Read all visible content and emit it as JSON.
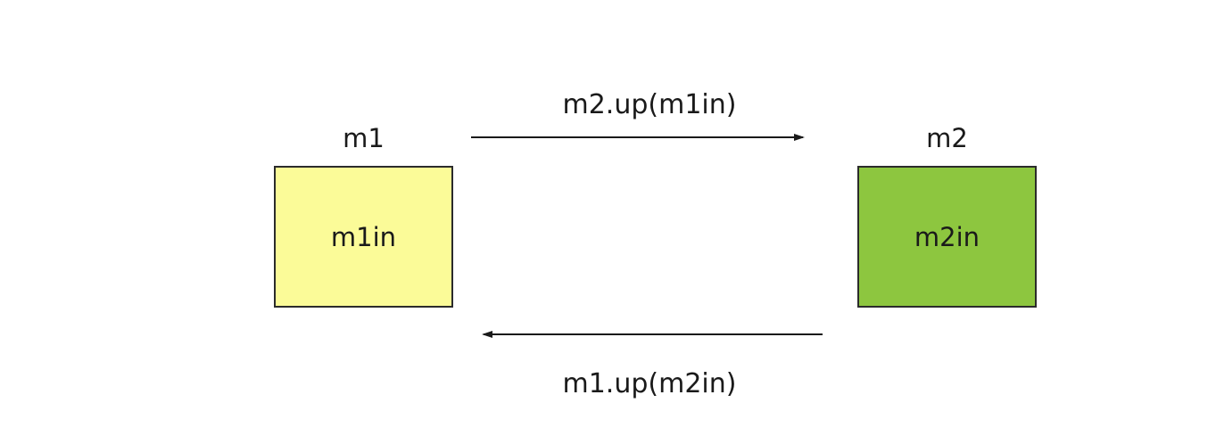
{
  "diagram": {
    "background_color": "#ffffff",
    "text_color": "#1a1a1a",
    "nodes": [
      {
        "id": "m1",
        "title": "m1",
        "label": "m1in",
        "fill": "#fbfb98",
        "border": "#2b2b2b"
      },
      {
        "id": "m2",
        "title": "m2",
        "label": "m2in",
        "fill": "#8dc63f",
        "border": "#2b2b2b"
      }
    ],
    "edges": [
      {
        "label": "m2.up(m1in)",
        "from": "m1",
        "to": "m2",
        "direction": "right",
        "color": "#1a1a1a"
      },
      {
        "label": "m1.up(m2in)",
        "from": "m2",
        "to": "m1",
        "direction": "left",
        "color": "#1a1a1a"
      }
    ]
  }
}
